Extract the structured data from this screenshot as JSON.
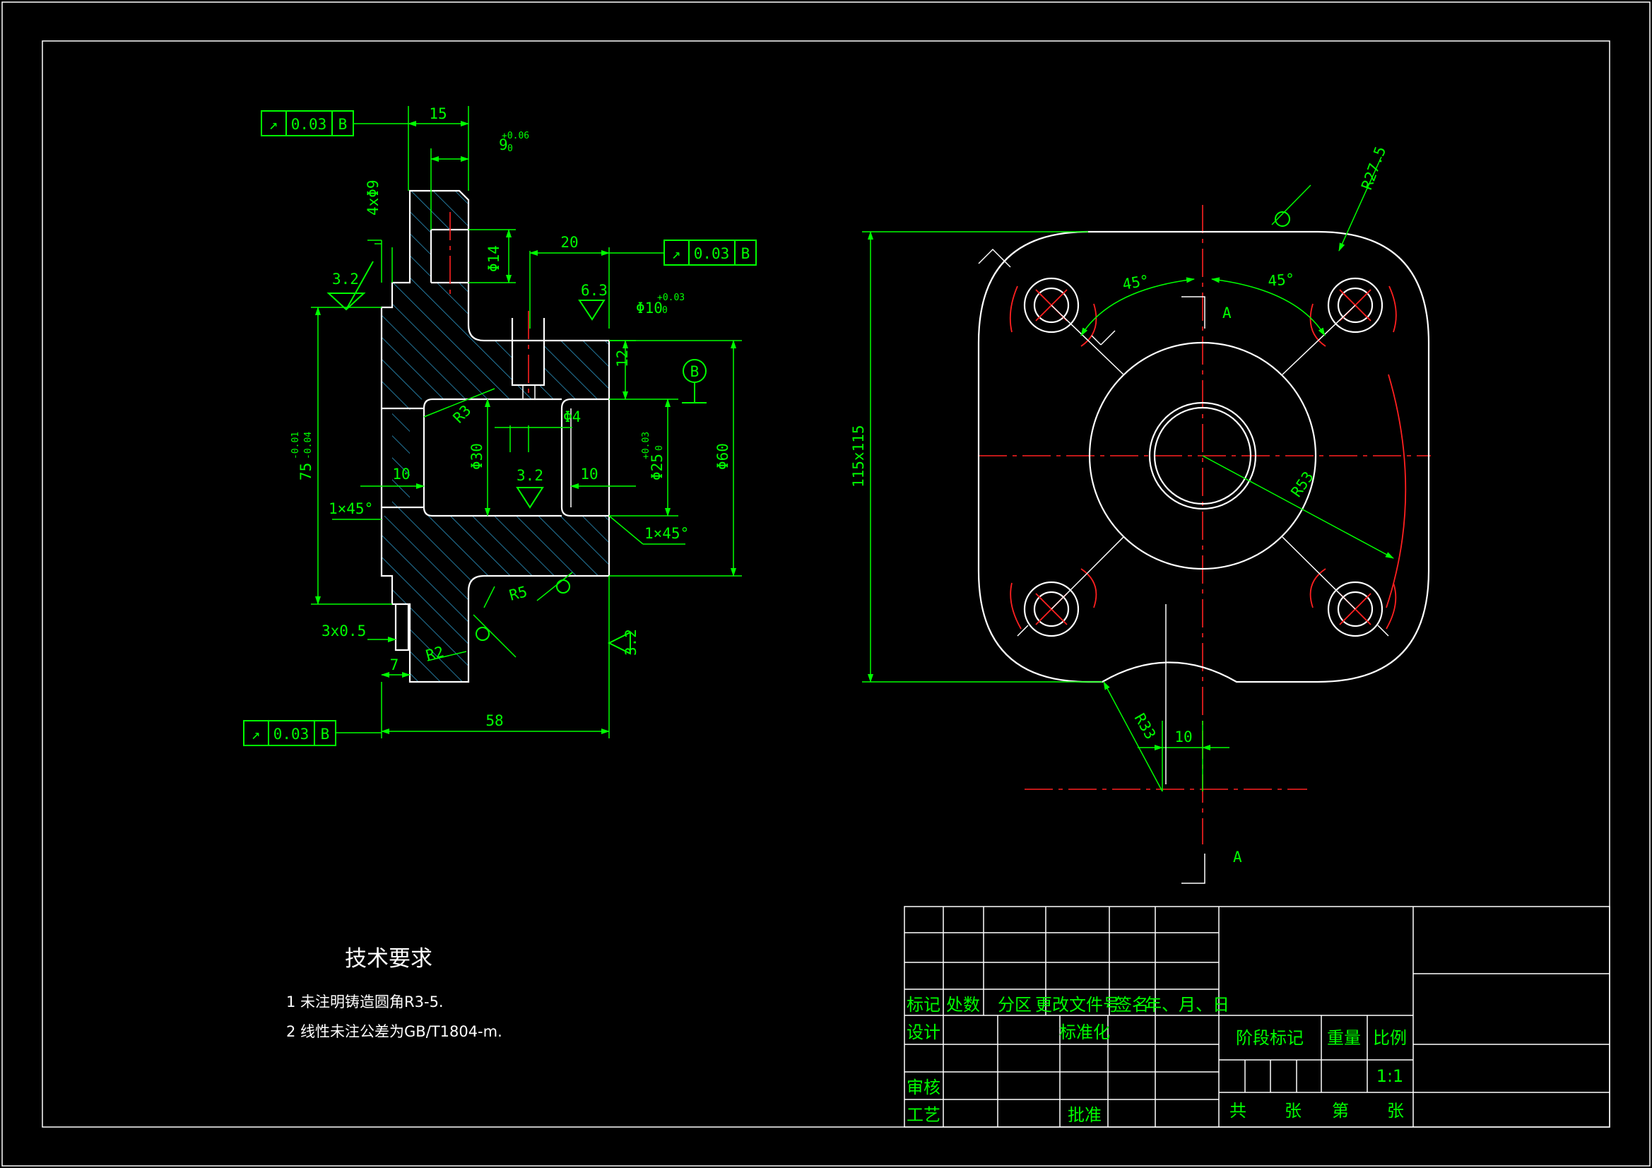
{
  "colors": {
    "background": "#000000",
    "dimension": "#00ff00",
    "outline": "#ffffff",
    "centerline": "#ff2020"
  },
  "section_view": {
    "gdt_top": {
      "symbol": "↗",
      "tolerance": "0.03",
      "datum": "B"
    },
    "gdt_mid": {
      "symbol": "↗",
      "tolerance": "0.03",
      "datum": "B"
    },
    "gdt_bottom": {
      "symbol": "↗",
      "tolerance": "0.03",
      "datum": "B"
    },
    "dims": {
      "d15": "15",
      "d9": "9",
      "d9_tol_up": "+0.06",
      "d9_tol_dn": "0",
      "d4x9": "4xΦ9",
      "d14": "Φ14",
      "d20": "20",
      "rough_32_a": "3.2",
      "rough_63": "6.3",
      "d10hole": "Φ10",
      "d10_tol_up": "+0.03",
      "d10_tol_dn": "0",
      "d12": "12",
      "datum_b": "B",
      "r3": "R3",
      "d4": "Φ4",
      "d75": "75",
      "d75_tol_up": "-0.01",
      "d75_tol_dn": "-0.04",
      "d30": "Φ30",
      "d10_left": "10",
      "rough_32_b": "3.2",
      "d10_right": "10",
      "d25": "Φ25",
      "d25_tol_up": "+0.03",
      "d25_tol_dn": "0",
      "d60": "Φ60",
      "chamfer_left": "1×45°",
      "chamfer_right": "1×45°",
      "r5": "R5",
      "groove": "3x0.5",
      "rough_32_c": "3.2",
      "d7": "7",
      "r2": "R2",
      "d58": "58"
    }
  },
  "plan_view": {
    "r275": "R27.5",
    "a45_left": "45°",
    "a45_right": "45°",
    "section_a_top": "A",
    "d115": "115x115",
    "r53": "R53",
    "r33": "R33",
    "d10": "10",
    "section_a_bottom": "A"
  },
  "tech_requirements": {
    "title": "技术要求",
    "items": [
      "1   未注明铸造圆角R3-5.",
      "2   线性未注公差为GB/T1804-m."
    ]
  },
  "title_block": {
    "header": [
      "标记",
      "处数",
      "分区",
      "更改文件号",
      "签名",
      "年、月、日"
    ],
    "design": "设计",
    "standardize": "标准化",
    "review": "审核",
    "process": "工艺",
    "approve": "批准",
    "stage_mark": "阶段标记",
    "weight": "重量",
    "scale": "比例",
    "scale_value": "1:1",
    "total": "共",
    "sheet1": "张",
    "nth": "第",
    "sheet2": "张"
  }
}
